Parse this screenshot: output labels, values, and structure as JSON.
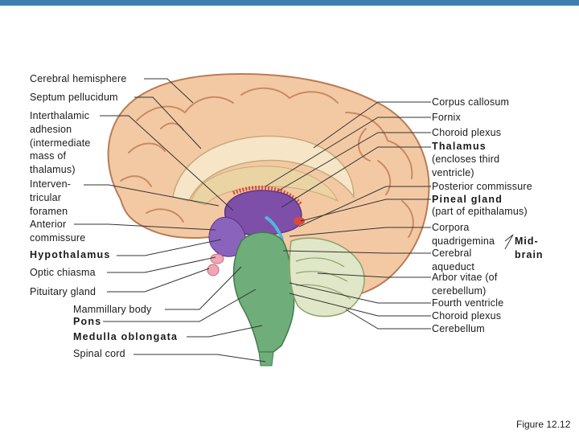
{
  "figure_label": "Figure 12.12",
  "labels_left": {
    "cerebral_hemisphere": "Cerebral hemisphere",
    "septum_pellucidum": "Septum pellucidum",
    "interthalamic_adhesion": "Interthalamic\nadhesion\n(intermediate\nmass of\nthalamus)",
    "interventricular_foramen": "Interven-\ntricular\nforamen",
    "anterior_commissure": "Anterior\ncommissure",
    "hypothalamus": "Hypothalamus",
    "optic_chiasma": "Optic chiasma",
    "pituitary_gland": "Pituitary gland",
    "mammillary_body": "Mammillary body",
    "pons": "Pons",
    "medulla_oblongata": "Medulla oblongata",
    "spinal_cord": "Spinal cord"
  },
  "labels_right": {
    "corpus_callosum": "Corpus callosum",
    "fornix": "Fornix",
    "choroid_plexus_upper": "Choroid plexus",
    "thalamus": "Thalamus",
    "thalamus_note": "(encloses third\nventricle)",
    "posterior_commissure": "Posterior commissure",
    "pineal_gland": "Pineal gland",
    "pineal_note": "(part of epithalamus)",
    "corpora_quadrigemina": "Corpora\nquadrigemina",
    "cerebral_aqueduct": "Cerebral\naqueduct",
    "midbrain": "Mid-\nbrain",
    "arbor_vitae": "Arbor vitae (of\ncerebellum)",
    "fourth_ventricle": "Fourth ventricle",
    "choroid_plexus_lower": "Choroid plexus",
    "cerebellum": "Cerebellum"
  },
  "colors": {
    "cortex": "#f3c9a4",
    "gyri_lines": "#c98a63",
    "corpus_callosum": "#f6e6c7",
    "thalamus": "#7e4fa8",
    "hypothalamus": "#8a63bd",
    "choroid": "#d94a3a",
    "brainstem": "#6fae7a",
    "cerebellum": "#dfe7c8",
    "ventricle": "#4fb6e0",
    "pituitary": "#f1a6b6",
    "leader": "#333333",
    "top_bar": "#3d7fb0"
  }
}
